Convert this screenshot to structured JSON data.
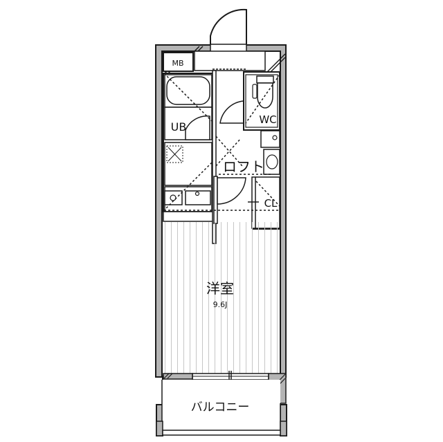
{
  "floorplan": {
    "rooms": {
      "mb": "MB",
      "ub": "UB",
      "wc": "WC",
      "loft": "ロフト",
      "cl": "CL",
      "western_room": "洋室",
      "western_room_size": "9.6J",
      "balcony": "バルコニー"
    },
    "colors": {
      "wall_fill": "#b4b4b4",
      "line": "#1a1a1a",
      "background": "#ffffff",
      "floor_stripe": "#c8c8c8"
    }
  }
}
